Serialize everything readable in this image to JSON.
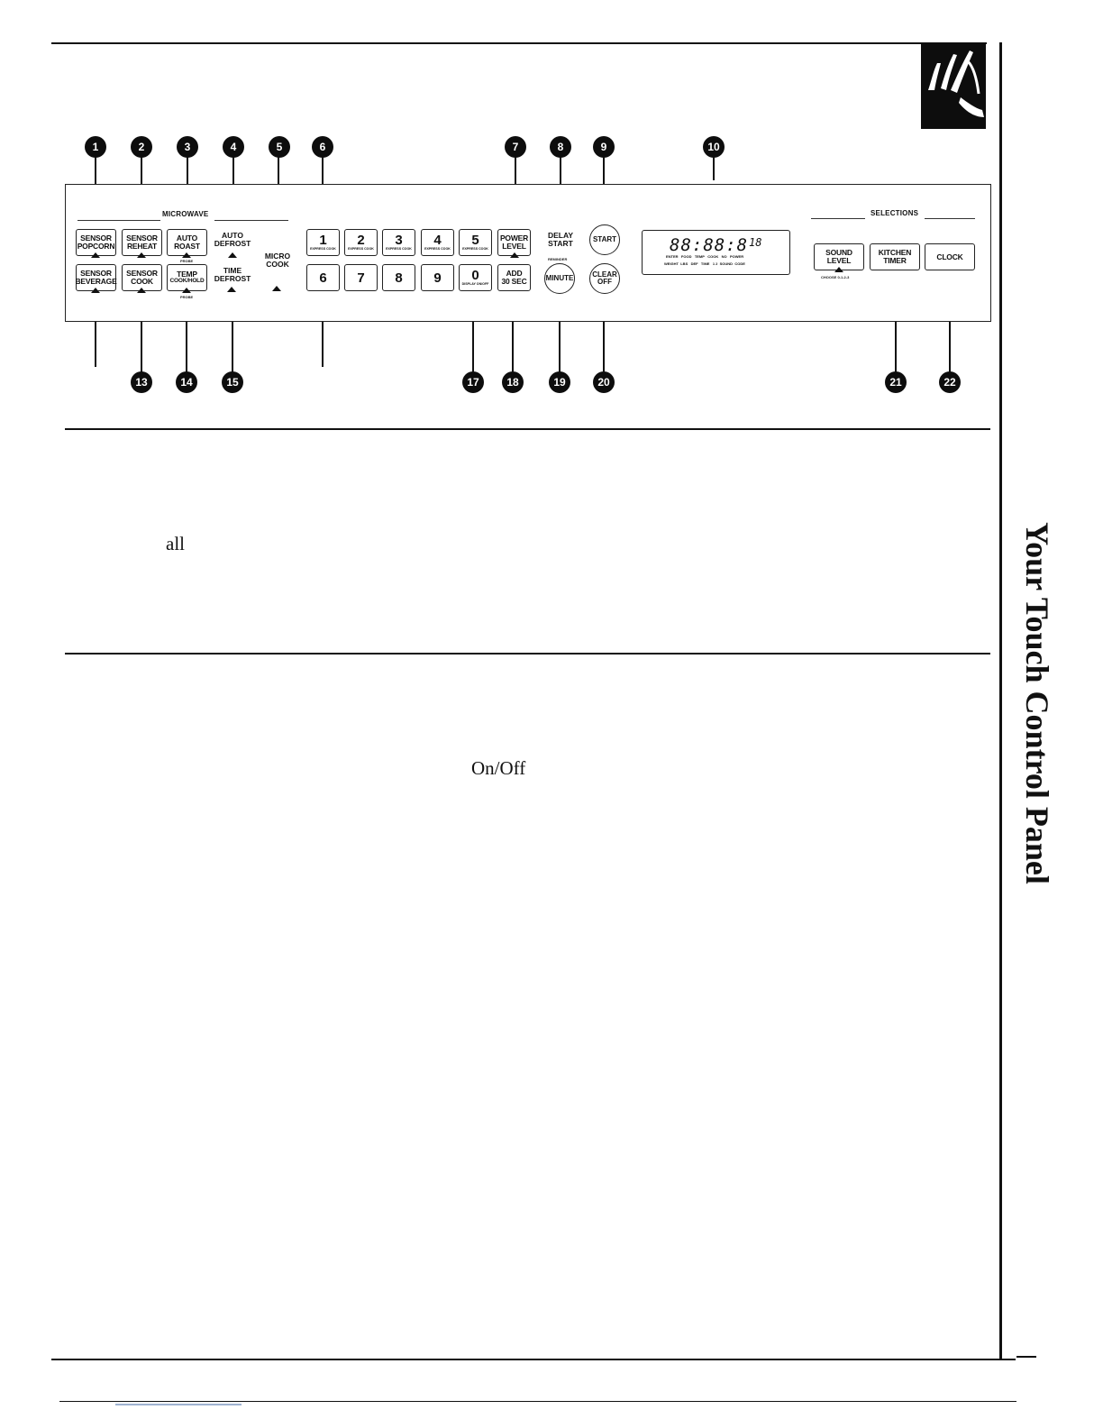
{
  "page_title": "Your Touch Control Panel",
  "control_panel": {
    "section_labels": {
      "microwave": "MICROWAVE",
      "selections": "SELECTIONS"
    },
    "callouts": {
      "c1": "1",
      "c2": "2",
      "c3": "3",
      "c4": "4",
      "c5": "5",
      "c6": "6",
      "c7": "7",
      "c8": "8",
      "c9": "9",
      "c10": "10",
      "c13": "13",
      "c14": "14",
      "c15": "15",
      "c17": "17",
      "c18": "18",
      "c19": "19",
      "c20": "20",
      "c21": "21",
      "c22": "22"
    },
    "keys": {
      "sensor_popcorn": [
        "SENSOR",
        "POPCORN"
      ],
      "sensor_reheat": [
        "SENSOR",
        "REHEAT"
      ],
      "auto_roast": [
        "AUTO",
        "ROAST"
      ],
      "auto_roast_sub": "PROBE",
      "auto_defrost": [
        "AUTO",
        "DEFROST"
      ],
      "sensor_beverage": [
        "SENSOR",
        "BEVERAGE"
      ],
      "sensor_cook": [
        "SENSOR",
        "COOK"
      ],
      "temp_cook_hold": [
        "TEMP",
        "COOK/HOLD"
      ],
      "temp_sub": "PROBE",
      "time_defrost": [
        "TIME",
        "DEFROST"
      ],
      "micro_cook": [
        "MICRO",
        "COOK"
      ],
      "num_top": [
        "1",
        "2",
        "3",
        "4",
        "5"
      ],
      "express_cook": "EXPRESS COOK",
      "num_bottom": [
        "6",
        "7",
        "8",
        "9",
        "0"
      ],
      "display_on_off": "DISPLAY ON/OFF",
      "power_level": [
        "POWER",
        "LEVEL"
      ],
      "add_30_sec": [
        "ADD",
        "30 SEC"
      ],
      "delay_start": [
        "DELAY",
        "START"
      ],
      "reminder": "REMINDER",
      "minute": "MINUTE",
      "start": "START",
      "clear_off": [
        "CLEAR",
        "OFF"
      ],
      "sound_level": [
        "SOUND",
        "LEVEL"
      ],
      "sound_choice": "CHOOSE 0-1-2-3",
      "kitchen_timer": [
        "KITCHEN",
        "TIMER"
      ],
      "clock": "CLOCK"
    },
    "display": {
      "digits": "88:88:8",
      "digits_small": "18",
      "labels_top": [
        "ENTER",
        "FOOD",
        "TEMP",
        "COOK",
        "NO",
        "POWER"
      ],
      "labels_bottom": [
        "WEIGHT",
        "LBS",
        "DEF",
        "TIME",
        "1 2",
        "SOUND",
        "CODE"
      ]
    }
  },
  "body": {
    "fragment_all": "all",
    "fragment_on_off": "On/Off"
  }
}
